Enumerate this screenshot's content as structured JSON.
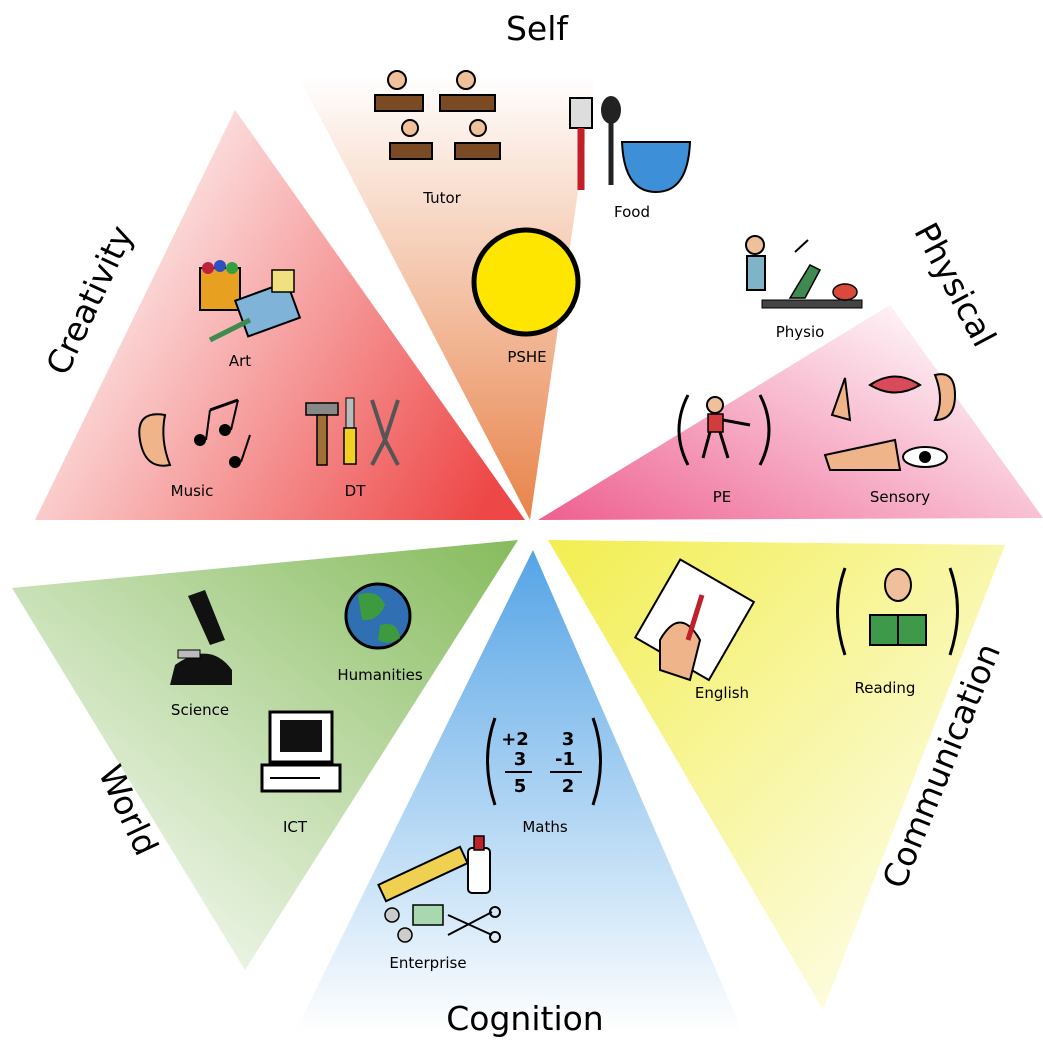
{
  "areas": {
    "self": "Self",
    "physical": "Physical",
    "communication": "Communication",
    "cognition": "Cognition",
    "world": "World",
    "creativity": "Creativity"
  },
  "subjects": {
    "tutor": "Tutor",
    "food": "Food",
    "pshe": "PSHE",
    "physio": "Physio",
    "pe": "PE",
    "sensory": "Sensory",
    "english": "English",
    "reading": "Reading",
    "maths": "Maths",
    "enterprise": "Enterprise",
    "science": "Science",
    "humanities": "Humanities",
    "ict": "ICT",
    "art": "Art",
    "music": "Music",
    "dt": "DT"
  },
  "maths_symbol": {
    "left_top": "+2",
    "left_mid": "3",
    "left_bottom": "5",
    "right_top": "3",
    "right_mid": "-1",
    "right_bottom": "2"
  },
  "colors": {
    "self": "#e8834a",
    "physical": "#ee6a95",
    "communication": "#f2ee55",
    "cognition": "#5aa6e6",
    "world": "#8fc066",
    "creativity": "#ee4d4d",
    "pshe_circle": "#ffe600"
  }
}
